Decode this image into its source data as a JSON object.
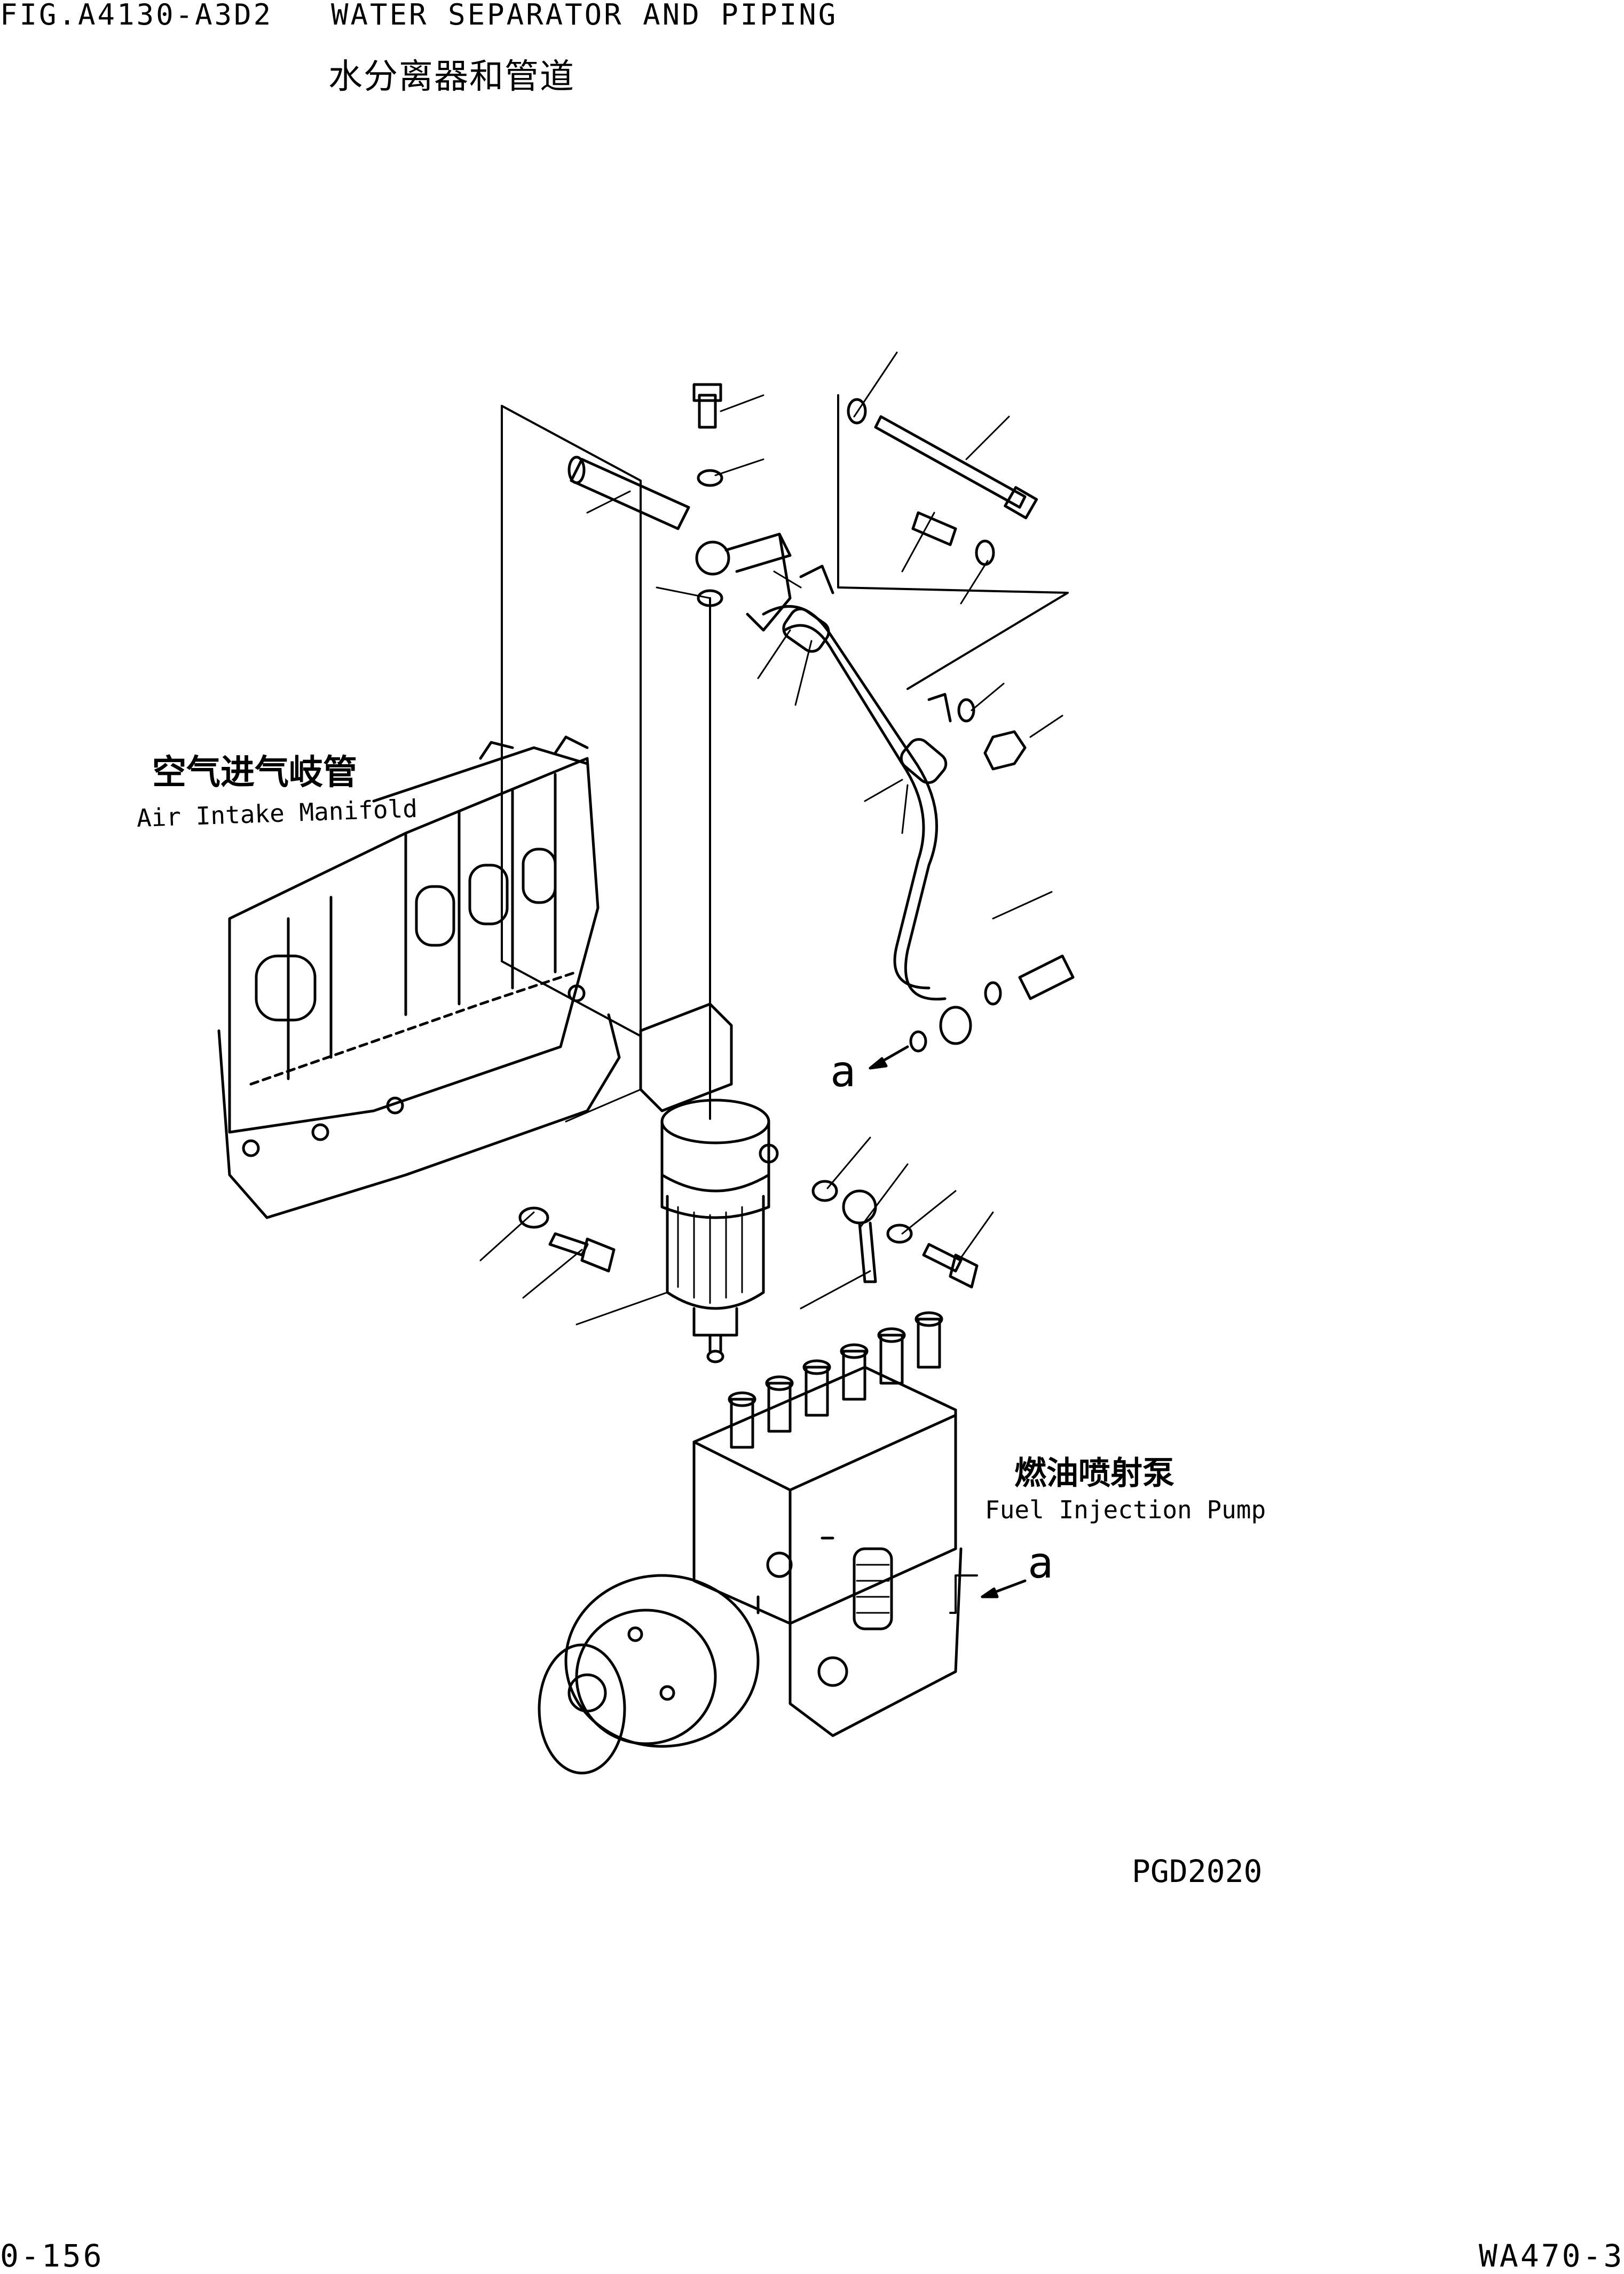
{
  "header": {
    "figure_id": "FIG.A4130-A3D2",
    "title_en": "WATER SEPARATOR AND PIPING",
    "title_zh": "水分离器和管道"
  },
  "labels": {
    "manifold_zh": "空气进气岐管",
    "manifold_en": "Air Intake Manifold",
    "pump_zh": "燃油喷射泵",
    "pump_en": "Fuel Injection Pump",
    "ref_a_upper": "a",
    "ref_a_lower": "a"
  },
  "footer": {
    "drawing_code": "PGD2020",
    "page_number": "0-156",
    "model": "WA470-3"
  }
}
